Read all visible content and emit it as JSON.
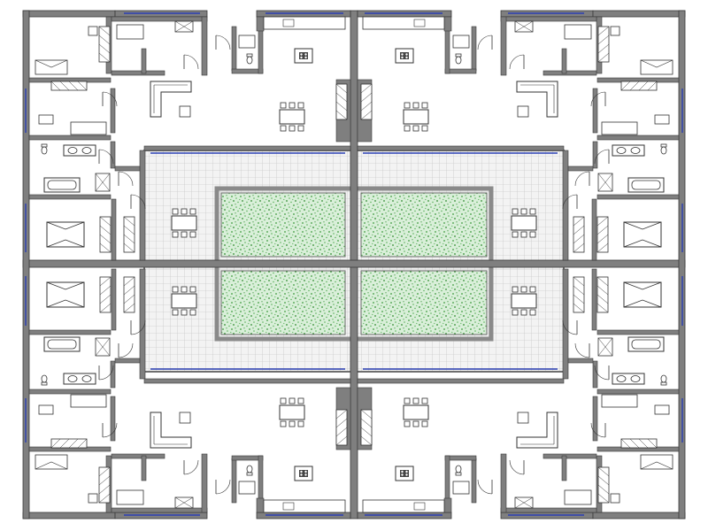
{
  "drawing": {
    "type": "architectural-floor-plan",
    "description_visible_text": "",
    "units": 4,
    "courtyards": 2,
    "colors": {
      "wall": "#7f7f7f",
      "wall_edge": "#3a3a3a",
      "window": "#2b3fb3",
      "furniture": "#333333",
      "paving_grid": "#b7b7b7",
      "paving_fill": "#f2f2f2",
      "garden_fill": "#d5ecd5",
      "garden_dot": "#3c9a3c",
      "courtyard_border": "#8a8a8a"
    },
    "icons": {
      "dining-set": "table-with-six-chairs",
      "kitchen-island": "island-with-cooktop",
      "sofa": "l-shaped-sofa",
      "bed": "double-bed",
      "bathtub": "bathtub",
      "toilet": "toilet",
      "sink": "double-sink",
      "door": "door-swing-arc"
    }
  }
}
